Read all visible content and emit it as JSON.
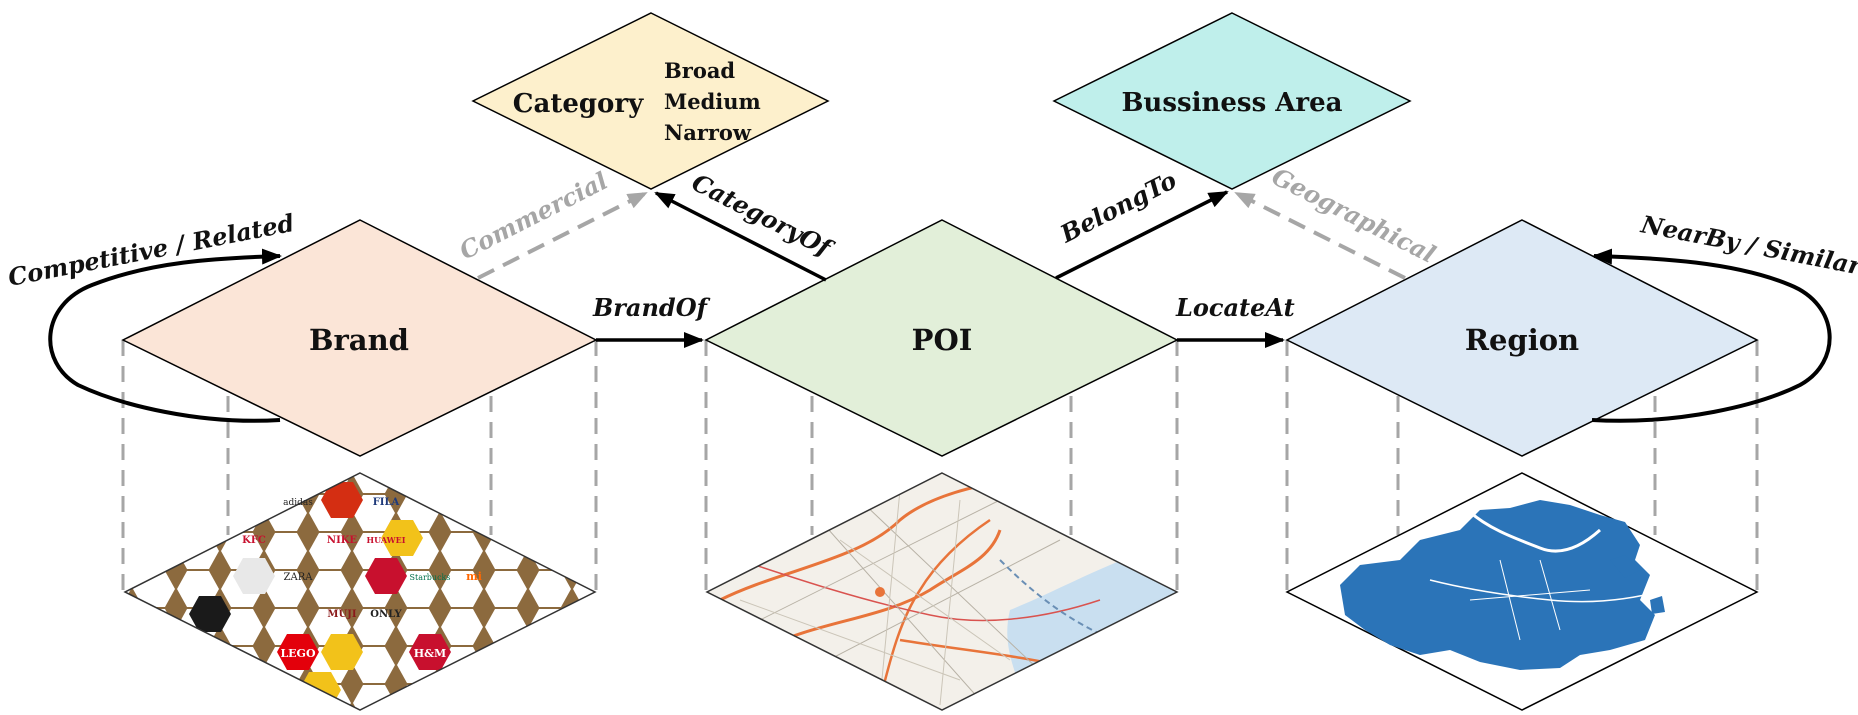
{
  "nodes": {
    "category": {
      "title": "Category",
      "levels": [
        "Broad",
        "Medium",
        "Narrow"
      ],
      "color": "#fdf0cc"
    },
    "business_area": {
      "title": "Bussiness Area",
      "color": "#bfefeb"
    },
    "brand": {
      "title": "Brand",
      "color": "#fbe5d7"
    },
    "poi": {
      "title": "POI",
      "color": "#e2efd9"
    },
    "region": {
      "title": "Region",
      "color": "#dde9f5"
    }
  },
  "edges": {
    "brand_of": "BrandOf",
    "locate_at": "LocateAt",
    "category_of": "CategoryOf",
    "belong_to": "BelongTo",
    "commercial": "Commercial",
    "geographical": "Geographical",
    "competitive_related": "Competitive / Related",
    "nearby_similar": "NearBy / Similar"
  },
  "images": {
    "brand_logos": "brand-logo-collage",
    "poi_map": "street-map",
    "region_map": "region-map"
  },
  "logo_texts": [
    "LEGO",
    "H&M",
    "ONLY",
    "MUJI",
    "ZARA",
    "NIKE",
    "FILA",
    "adidas",
    "HUAWEI",
    "Starbucks",
    "KFC",
    "mi"
  ],
  "colors": {
    "arrow": "#000000",
    "dashed": "#a6a6a6",
    "region_fill": "#2b74b8",
    "map_road": "#e8743a",
    "map_water": "#c9dff0"
  }
}
